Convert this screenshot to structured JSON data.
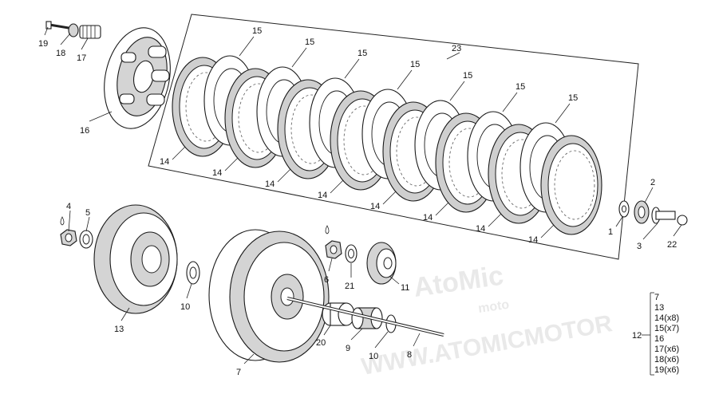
{
  "watermark": {
    "logo_text": "AtoMic",
    "logo_subtext": "moto",
    "url_text": "WWW.ATOMICMOTOR"
  },
  "callouts": {
    "c1": "1",
    "c2": "2",
    "c3": "3",
    "c4": "4",
    "c5": "5",
    "c6": "6",
    "c7": "7",
    "c8": "8",
    "c9": "9",
    "c10": "10",
    "c11": "11",
    "c12": "12",
    "c13": "13",
    "c16": "16",
    "c17": "17",
    "c18": "18",
    "c19": "19",
    "c20": "20",
    "c21": "21",
    "c22": "22",
    "c23": "23",
    "c10b": "10",
    "c7b": "7"
  },
  "plate_labels": {
    "friction": "15",
    "steel": "14"
  },
  "kit_12": {
    "items": [
      "7",
      "13",
      "14(x8)",
      "15(x7)",
      "16",
      "17(x6)",
      "18(x6)",
      "19(x6)"
    ]
  }
}
